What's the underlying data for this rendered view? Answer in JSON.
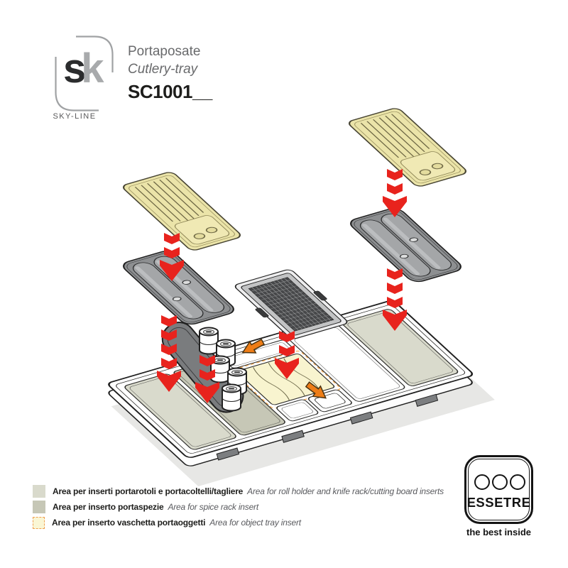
{
  "header": {
    "logo": {
      "letter_s": "s",
      "letter_k": "k",
      "brand": "SKY-LINE"
    },
    "product": {
      "name_it": "Portaposate",
      "name_en": "Cutlery-tray",
      "model": "SC1001__"
    }
  },
  "legend": {
    "items": [
      {
        "label_it": "Area per inserti portarotoli e portacoltelli/tagliere",
        "label_en": "Area for roll holder and knife rack/cutting board inserts",
        "color": "#d9dacc"
      },
      {
        "label_it": "Area per inserto portaspezie",
        "label_en": "Area for spice rack insert",
        "color": "#c6c7b6"
      },
      {
        "label_it": "Area per inserto vaschetta portaoggetti",
        "label_en": "Area for object tray insert",
        "color": "#faf6d4",
        "border_color": "#f0a050"
      }
    ]
  },
  "footer_logo": {
    "name": "ESSETRE",
    "tagline": "the best inside"
  },
  "diagram": {
    "colors": {
      "red_arrow": "#e8231d",
      "orange_arrow": "#ee7d17",
      "tint_light": "#d9dacc",
      "tint_dark": "#c6c7b6",
      "tint_yellow": "#f8f4cf",
      "knife_rack": "#ebe4a9",
      "roll_holder": "#8d8f91",
      "spice_rack_mesh": "#47484a",
      "tray_outline": "#1f1f1f"
    }
  }
}
